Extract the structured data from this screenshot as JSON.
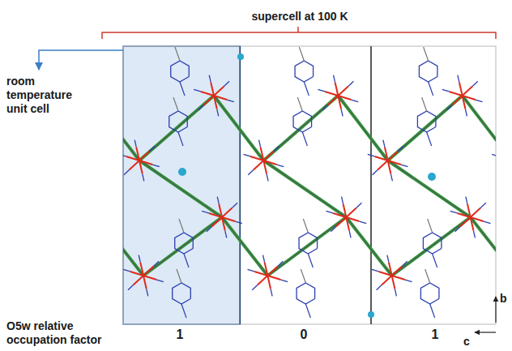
{
  "diagram": {
    "labels": [
      "supercell at 100 K",
      "room temperature unit cell",
      "O5w relative occupation factor",
      "1",
      "0",
      "1",
      "b",
      "c"
    ]
  }
}
